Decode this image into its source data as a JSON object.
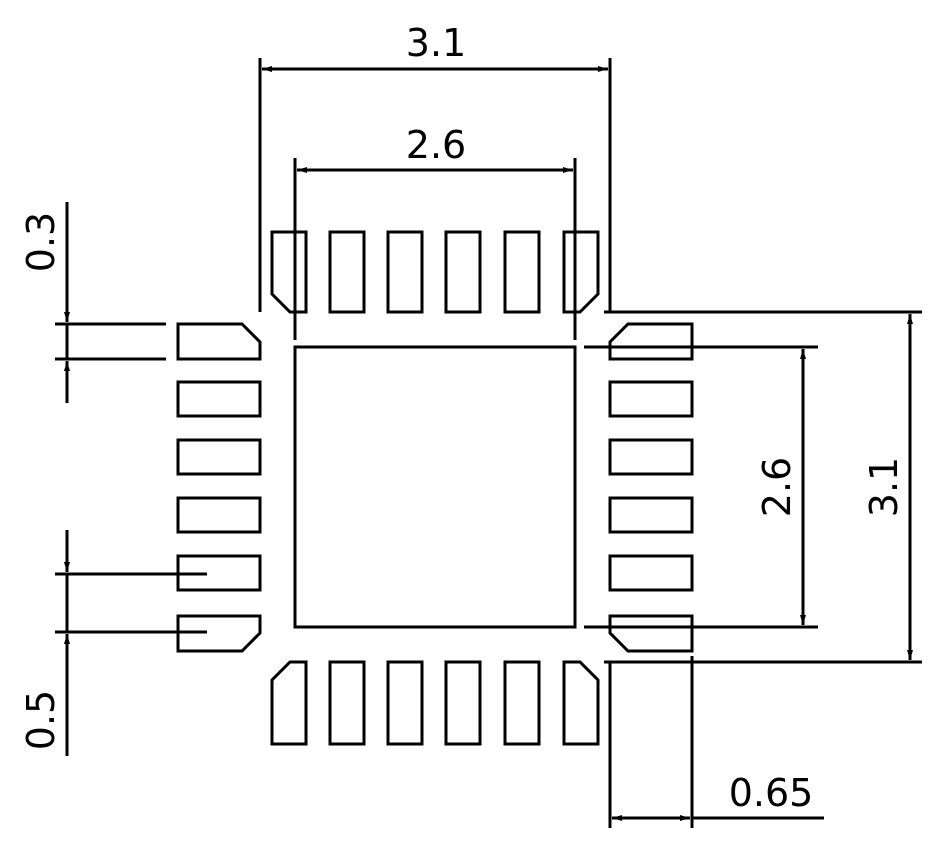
{
  "drawing": {
    "dimensions": {
      "body_width": "3.1",
      "pad_row_span": "2.6",
      "pad_width": "0.3",
      "pad_pitch": "0.5",
      "body_height": "3.1",
      "pad_column_span": "2.6",
      "pad_length": "0.65"
    },
    "colors": {
      "line": "#000000",
      "background": "#ffffff"
    }
  }
}
